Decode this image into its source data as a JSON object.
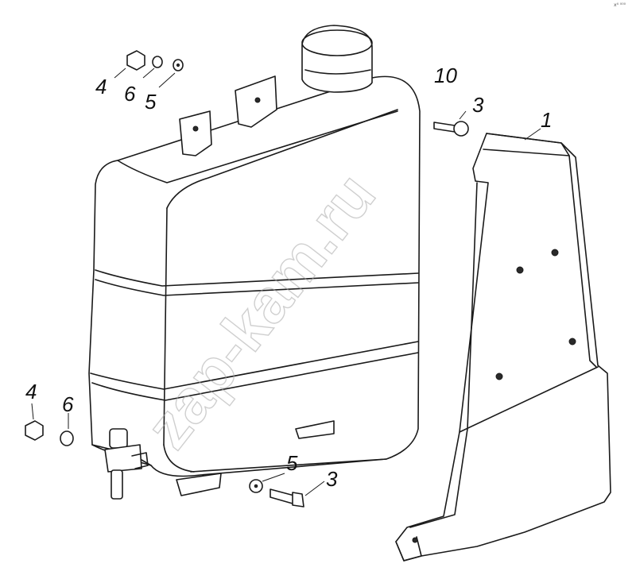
{
  "watermark": "zap-kam.ru",
  "corner_mark": "x⁴ ⁰⁰⁰",
  "callouts": [
    {
      "id": "part-1",
      "label": "1"
    },
    {
      "id": "part-3-upper",
      "label": "3"
    },
    {
      "id": "part-3-lower",
      "label": "3"
    },
    {
      "id": "part-4-upper",
      "label": "4"
    },
    {
      "id": "part-4-lower",
      "label": "4"
    },
    {
      "id": "part-5-upper",
      "label": "5"
    },
    {
      "id": "part-5-lower",
      "label": "5"
    },
    {
      "id": "part-6-upper",
      "label": "6"
    },
    {
      "id": "part-6-lower",
      "label": "6"
    },
    {
      "id": "part-10",
      "label": "10"
    }
  ],
  "icons": {
    "tank": "water-tank-icon",
    "bracket": "mounting-bracket-icon",
    "tap": "drain-tap-icon",
    "bolt": "bolt-icon",
    "nut": "nut-icon",
    "washer": "washer-icon"
  }
}
